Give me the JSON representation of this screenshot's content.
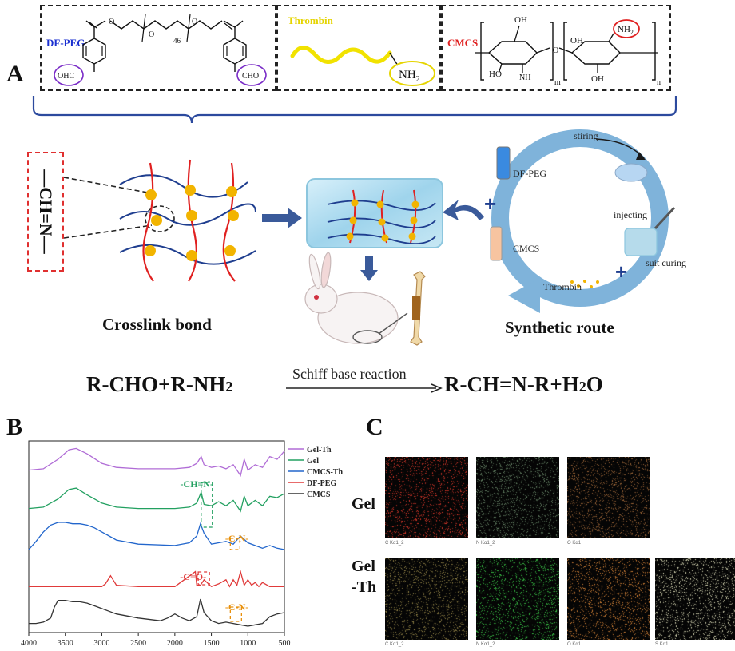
{
  "panel_a": {
    "letter": "A",
    "df_peg": {
      "label": "DF-PEG",
      "cho_left": "OHC",
      "cho_right": "CHO",
      "sub": "46",
      "o": "O"
    },
    "thrombin": {
      "label": "Thrombin",
      "group": "NH",
      "group_sub": "2"
    },
    "cmcs": {
      "label": "CMCS",
      "oh": "OH",
      "ho": "HO",
      "nh": "NH",
      "nh2": "NH",
      "nh2_sub": "2",
      "o": "O",
      "m": "m",
      "n": "n"
    },
    "crosslink": {
      "bond": "—CH=N—",
      "caption": "Crosslink bond"
    },
    "route": {
      "caption": "Synthetic route",
      "stiring": "stiring",
      "df_peg": "DF-PEG",
      "cmcs": "CMCS",
      "injecting": "injecting",
      "suit_curing": "suit curing",
      "thrombin": "Thrombin",
      "plus": "+"
    },
    "equation": {
      "left": "R-CHO+R-NH",
      "left_sub": "2",
      "arrow_label": "Schiff base reaction",
      "right": "R-CH=N-R+H",
      "right_sub": "2",
      "right_end": "O"
    }
  },
  "panel_b": {
    "letter": "B",
    "legend": [
      {
        "name": "Gel-Th",
        "color": "#b06cd6"
      },
      {
        "name": "Gel",
        "color": "#22a060"
      },
      {
        "name": "CMCS-Th",
        "color": "#2266cc"
      },
      {
        "name": "DF-PEG",
        "color": "#e03a3a"
      },
      {
        "name": "CMCS",
        "color": "#333333"
      }
    ],
    "annotations": [
      {
        "text": "-CH=N-",
        "color": "#22a060"
      },
      {
        "text": "-C-N-",
        "color": "#e8900c"
      },
      {
        "text": "-C=O-",
        "color": "#e03a3a"
      },
      {
        "text": "-C-N-",
        "color": "#e8900c"
      }
    ],
    "chart_data": {
      "type": "line",
      "xlim": [
        4000,
        500
      ],
      "x_ticks": [
        "4000",
        "3500",
        "3000",
        "2500",
        "2000",
        "1500",
        "1000",
        "500"
      ],
      "series": [
        {
          "name": "Gel-Th",
          "color": "#b06cd6",
          "offset": 4,
          "x": [
            4000,
            3800,
            3600,
            3450,
            3350,
            3200,
            3000,
            2800,
            2500,
            2000,
            1800,
            1700,
            1640,
            1600,
            1500,
            1400,
            1300,
            1200,
            1100,
            1050,
            1000,
            900,
            800,
            700,
            600,
            500
          ],
          "y": [
            0.1,
            0.15,
            0.5,
            0.85,
            0.9,
            0.7,
            0.35,
            0.2,
            0.15,
            0.15,
            0.2,
            0.35,
            0.6,
            0.3,
            0.2,
            0.25,
            0.15,
            0.3,
            -0.1,
            0.5,
            0.1,
            0.3,
            0.2,
            0.6,
            0.5,
            0.8
          ]
        },
        {
          "name": "Gel",
          "color": "#22a060",
          "offset": 3,
          "x": [
            4000,
            3800,
            3600,
            3450,
            3350,
            3200,
            3000,
            2800,
            2500,
            2000,
            1800,
            1700,
            1640,
            1600,
            1500,
            1400,
            1300,
            1200,
            1100,
            1050,
            1000,
            900,
            800,
            700,
            600,
            500
          ],
          "y": [
            0.1,
            0.15,
            0.45,
            0.8,
            0.85,
            0.6,
            0.3,
            0.15,
            0.1,
            0.1,
            0.15,
            0.3,
            0.7,
            0.25,
            0.2,
            0.35,
            0.2,
            0.4,
            0.0,
            0.55,
            0.2,
            0.4,
            0.2,
            0.55,
            0.5,
            0.65
          ]
        },
        {
          "name": "CMCS-Th",
          "color": "#2266cc",
          "offset": 2,
          "x": [
            4000,
            3900,
            3800,
            3700,
            3600,
            3500,
            3400,
            3300,
            3200,
            3100,
            3000,
            2900,
            2800,
            2500,
            2000,
            1800,
            1700,
            1650,
            1600,
            1500,
            1400,
            1300,
            1200,
            1100,
            1000,
            900,
            800,
            700,
            600,
            500
          ],
          "y": [
            0.0,
            0.3,
            0.65,
            0.9,
            1.0,
            1.0,
            0.95,
            0.95,
            0.9,
            0.8,
            0.65,
            0.5,
            0.35,
            0.2,
            0.15,
            0.25,
            0.5,
            0.95,
            0.6,
            0.2,
            0.25,
            0.3,
            0.2,
            0.5,
            0.25,
            0.15,
            0.05,
            0.15,
            0.05,
            0.0
          ]
        },
        {
          "name": "DF-PEG",
          "color": "#e03a3a",
          "offset": 1,
          "x": [
            4000,
            3500,
            3000,
            2950,
            2880,
            2800,
            2500,
            2000,
            1720,
            1700,
            1650,
            1600,
            1500,
            1400,
            1300,
            1250,
            1200,
            1150,
            1100,
            1050,
            1000,
            950,
            900,
            850,
            800,
            700,
            600,
            500
          ],
          "y": [
            0.05,
            0.05,
            0.05,
            0.15,
            0.45,
            0.1,
            0.05,
            0.05,
            0.6,
            0.1,
            0.1,
            0.3,
            0.05,
            0.15,
            0.3,
            0.05,
            0.3,
            0.1,
            0.6,
            0.1,
            0.3,
            0.1,
            0.2,
            0.05,
            0.2,
            0.05,
            0.05,
            0.05
          ]
        },
        {
          "name": "CMCS",
          "color": "#333333",
          "offset": 0,
          "x": [
            4000,
            3900,
            3800,
            3700,
            3650,
            3600,
            3500,
            3400,
            3300,
            3200,
            3100,
            3000,
            2900,
            2800,
            2500,
            2200,
            2100,
            2000,
            1900,
            1800,
            1700,
            1650,
            1600,
            1500,
            1400,
            1300,
            1200,
            1100,
            1000,
            900,
            800,
            700,
            600,
            500
          ],
          "y": [
            0.1,
            0.1,
            0.15,
            0.3,
            0.7,
            0.95,
            0.95,
            0.9,
            0.9,
            0.85,
            0.75,
            0.65,
            0.55,
            0.45,
            0.3,
            0.2,
            0.3,
            0.45,
            0.3,
            0.2,
            0.35,
            1.0,
            0.5,
            0.2,
            0.1,
            0.15,
            0.1,
            0.05,
            0.0,
            0.05,
            0.1,
            0.35,
            0.45,
            0.5
          ]
        }
      ]
    }
  },
  "panel_c": {
    "letter": "C",
    "row_gel": "Gel",
    "row_gelth_1": "Gel",
    "row_gelth_2": "-Th",
    "gel_maps": [
      {
        "caption": "C Kα1_2",
        "color": "#e33a2c"
      },
      {
        "caption": "N Kα1_2",
        "color": "#6f8f6f"
      },
      {
        "caption": "O Kα1",
        "color": "#a36a3a"
      }
    ],
    "gelth_maps": [
      {
        "caption": "C Kα1_2",
        "color": "#9a8a4a"
      },
      {
        "caption": "N Kα1_2",
        "color": "#3dcf4a"
      },
      {
        "caption": "O Kα1",
        "color": "#e08a3a"
      },
      {
        "caption": "S Kα1",
        "color": "#e6e6c0"
      }
    ]
  }
}
